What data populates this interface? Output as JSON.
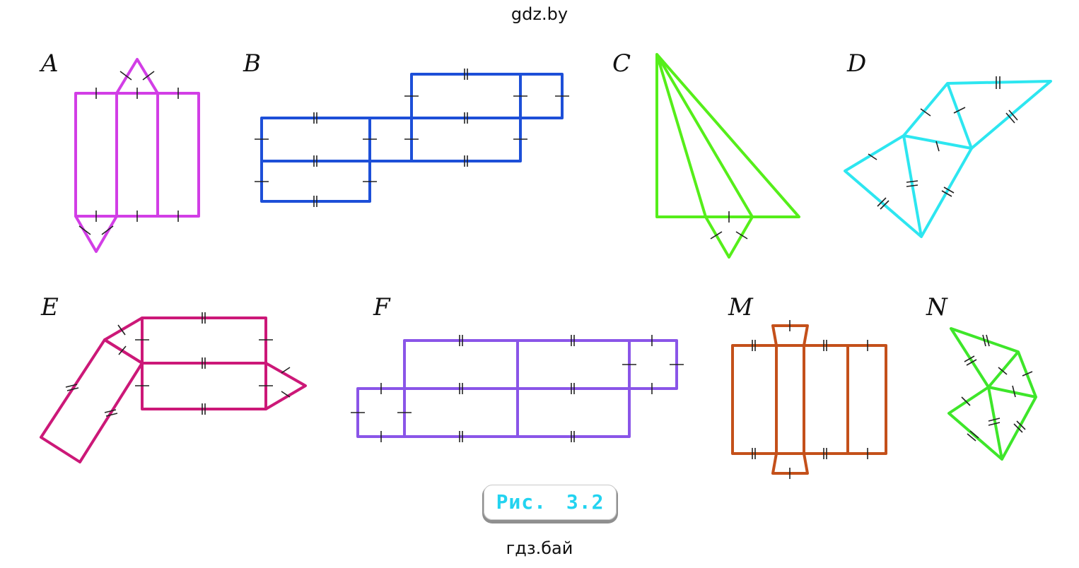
{
  "watermark_top": "gdz.by",
  "watermark_bottom": "гдз.бай",
  "caption": "Рис.  3.2",
  "figures": [
    {
      "label": "A",
      "color": "#d23ee6"
    },
    {
      "label": "B",
      "color": "#1d4fd8"
    },
    {
      "label": "C",
      "color": "#55ee1a"
    },
    {
      "label": "D",
      "color": "#2de6f0"
    },
    {
      "label": "E",
      "color": "#cc1878"
    },
    {
      "label": "F",
      "color": "#8a55e8"
    },
    {
      "label": "M",
      "color": "#c4501a"
    },
    {
      "label": "N",
      "color": "#3ee62a"
    }
  ]
}
